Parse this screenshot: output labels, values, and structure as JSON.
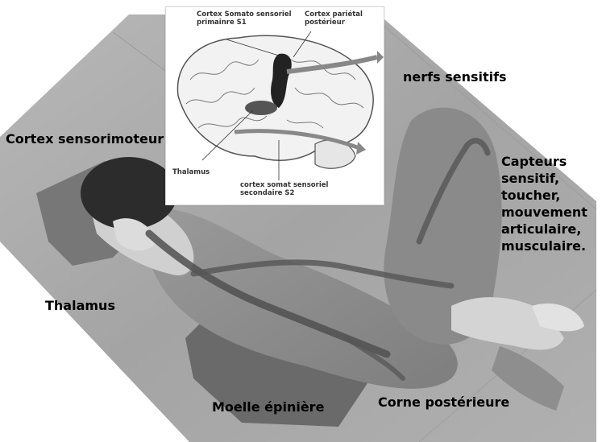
{
  "inset": {
    "labels": {
      "s1": "Cortex Somato sensoriel\nprimainre S1",
      "parietal": "Cortex pariétal\npostérieur",
      "thalamus": "Thalamus",
      "s2": "cortex somat sensoriel\nsecondaire S2"
    }
  },
  "labels": {
    "cortex_sensorimoteur": "Cortex sensorimoteur",
    "nerfs_sensitifs": "nerfs sensitifs",
    "capteurs": "Capteurs\nsensitif,\ntoucher,\nmouvement\narticulaire,\nmusculaire.",
    "thalamus": "Thalamus",
    "moelle": "Moelle épinière",
    "corne": "Corne postérieure"
  },
  "colors": {
    "floor": "#a9a9a9",
    "nerve_path": "#5a5a5a",
    "mat": "#6e6e6e",
    "clothing": "#8c8c8c",
    "skin": "#d8d8d8",
    "hair": "#2c2c2c"
  }
}
